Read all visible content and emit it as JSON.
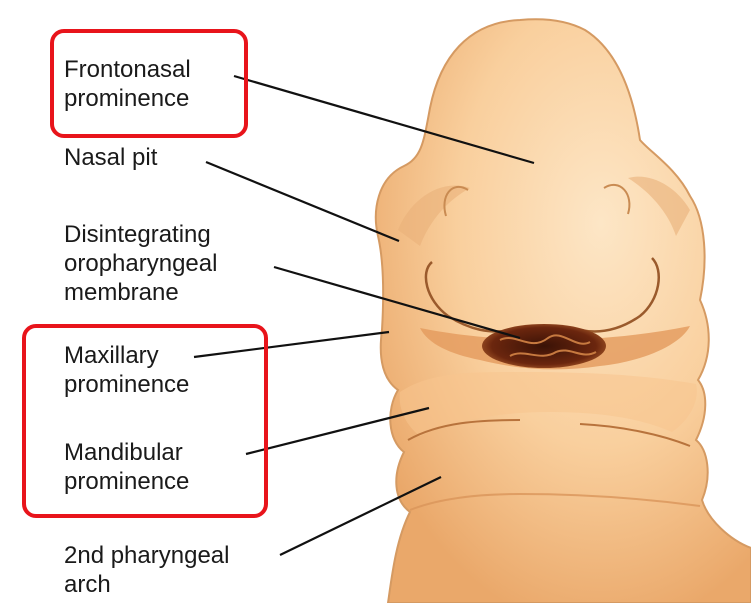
{
  "labels": {
    "frontonasal": [
      "Frontonasal",
      "prominence"
    ],
    "nasal_pit": [
      "Nasal pit"
    ],
    "oropharyngeal": [
      "Disintegrating",
      "oropharyngeal",
      "membrane"
    ],
    "maxillary": [
      "Maxillary",
      "prominence"
    ],
    "mandibular": [
      "Mandibular",
      "prominence"
    ],
    "arch2": [
      "2nd pharyngeal",
      "arch"
    ]
  },
  "colors": {
    "highlight": "#e8141b",
    "skin_light": "#fde3c2",
    "skin_mid": "#f7c48e",
    "skin_shadow": "#c8864c",
    "membrane": "#5a1e0c",
    "leader": "#111111"
  }
}
